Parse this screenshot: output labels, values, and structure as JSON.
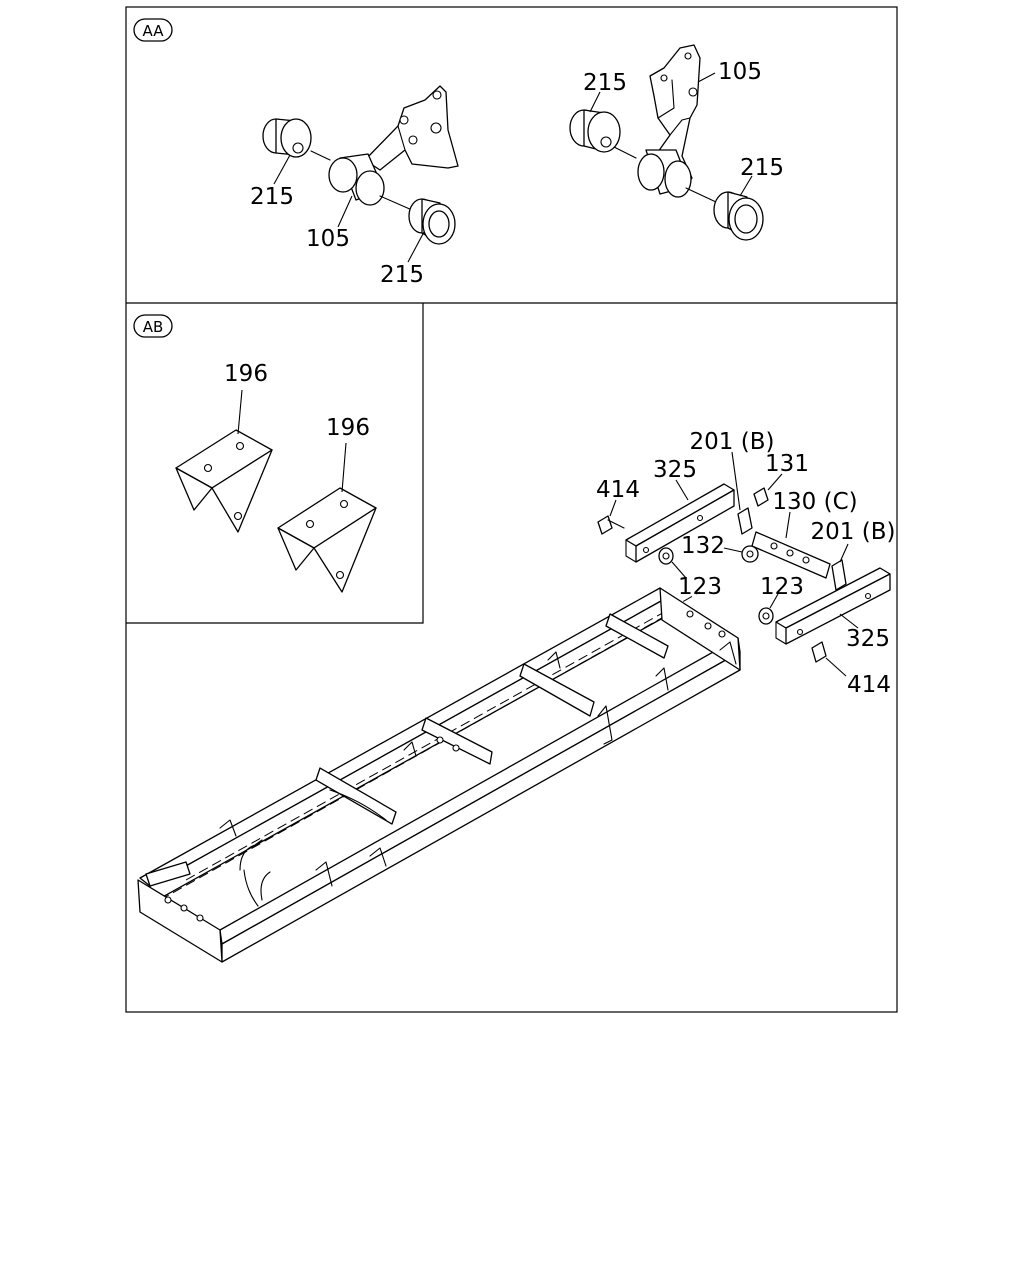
{
  "section_aa": {
    "tag": "AA",
    "callouts": {
      "bushing_left_top": "215",
      "bracket_left": "105",
      "bushing_left_bottom": "215",
      "bushing_right_top": "215",
      "bracket_right": "105",
      "bushing_right_bottom": "215"
    }
  },
  "section_ab": {
    "tag": "AB",
    "callouts": {
      "plate_left": "196",
      "plate_right": "196"
    }
  },
  "section_main": {
    "callouts": {
      "bolt_left": "414",
      "rail_left": "325",
      "bracket_b_top": "201 (B)",
      "bolt_small": "131",
      "crossmember": "130 (C)",
      "bracket_b_right": "201 (B)",
      "nut_center": "132",
      "nut_left": "123",
      "nut_right": "123",
      "rail_right": "325",
      "bolt_right": "414"
    }
  }
}
